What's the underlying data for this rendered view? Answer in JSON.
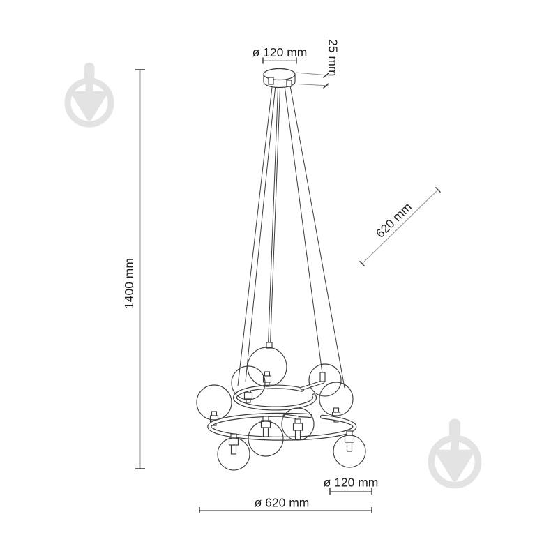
{
  "drawing": {
    "type": "product-dimension-diagram",
    "subject": "ring chandelier with nine glass globes on two open rings, ceiling canopy and cable suspension"
  },
  "dimensions": {
    "canopy_diameter": "ø 120 mm",
    "canopy_height": "25 mm",
    "overall_height": "1400 mm",
    "diagonal_span": "620 mm",
    "globe_diameter": "ø 120 mm",
    "body_diameter": "ø 620 mm"
  },
  "watermark": {
    "icon": "trowel-in-circle-logo",
    "color": "#e3e3e3"
  },
  "style": {
    "background": "#ffffff",
    "line_color": "#3b3b3b",
    "dimension_line_color": "#8f8f8f",
    "dimension_text_color": "#1c1c1c"
  }
}
